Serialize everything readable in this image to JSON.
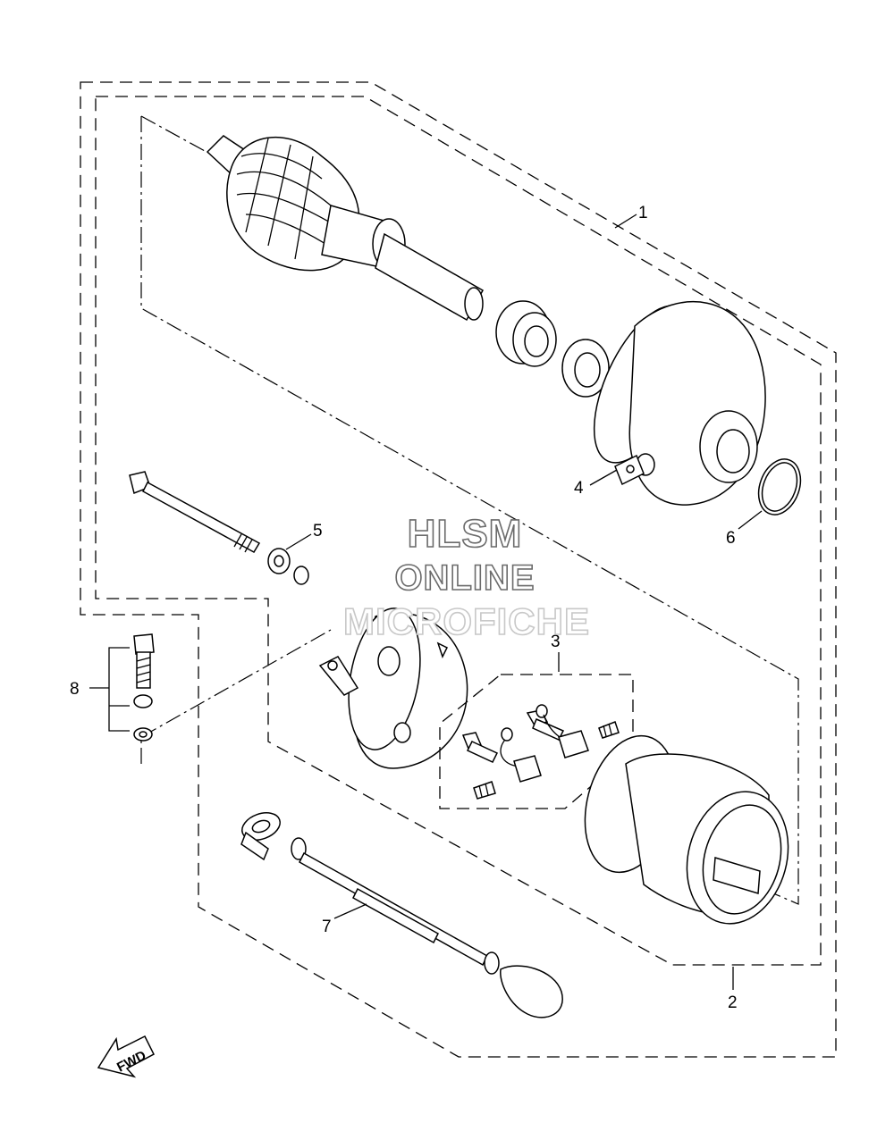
{
  "callouts": {
    "p1": "1",
    "p2": "2",
    "p3": "3",
    "p4": "4",
    "p5": "5",
    "p6": "6",
    "p7": "7",
    "p8": "8"
  },
  "watermark": {
    "line1": "HLSM",
    "line2": "ONLINE",
    "line3": "MICROFICHE"
  },
  "direction_label": "FWD",
  "colors": {
    "line": "#000000",
    "background": "#ffffff",
    "watermark_outline": "#6b6b6b"
  }
}
